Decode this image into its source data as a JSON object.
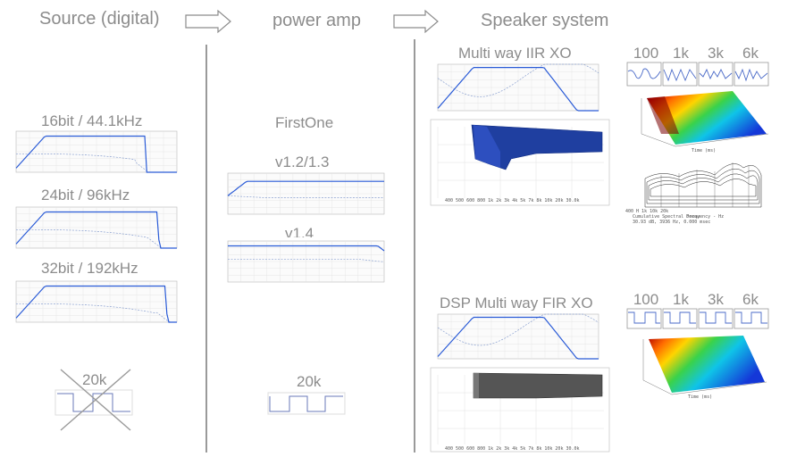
{
  "header": {
    "source": "Source (digital)",
    "amp": "power amp",
    "speaker": "Speaker system"
  },
  "source": {
    "rows": [
      {
        "label": "16bit / 44.1kHz"
      },
      {
        "label": "24bit / 96kHz"
      },
      {
        "label": "32bit / 192kHz"
      }
    ],
    "square_label": "20k"
  },
  "amp": {
    "title": "FirstOne",
    "versions": [
      {
        "label": "v1.2/1.3"
      },
      {
        "label": "v1.4"
      }
    ],
    "square_label": "20k"
  },
  "speaker": {
    "iir_title": "Multi way IIR XO",
    "fir_title": "DSP Multi way FIR XO",
    "iir_freqs": [
      "100",
      "1k",
      "3k",
      "6k"
    ],
    "fir_freqs": [
      "100",
      "1k",
      "3k",
      "6k"
    ],
    "csd_caption": "Cumulative Spectral Decay",
    "csd_axis": "Frequency - Hz"
  },
  "colors": {
    "curve": "#2a5bd7",
    "phase": "#8aa0d0",
    "waterfall_blue": "#1f3fa0",
    "waterfall_grey": "#555555",
    "divider": "#9a9a9a",
    "arrow": "#8c8c8c"
  }
}
